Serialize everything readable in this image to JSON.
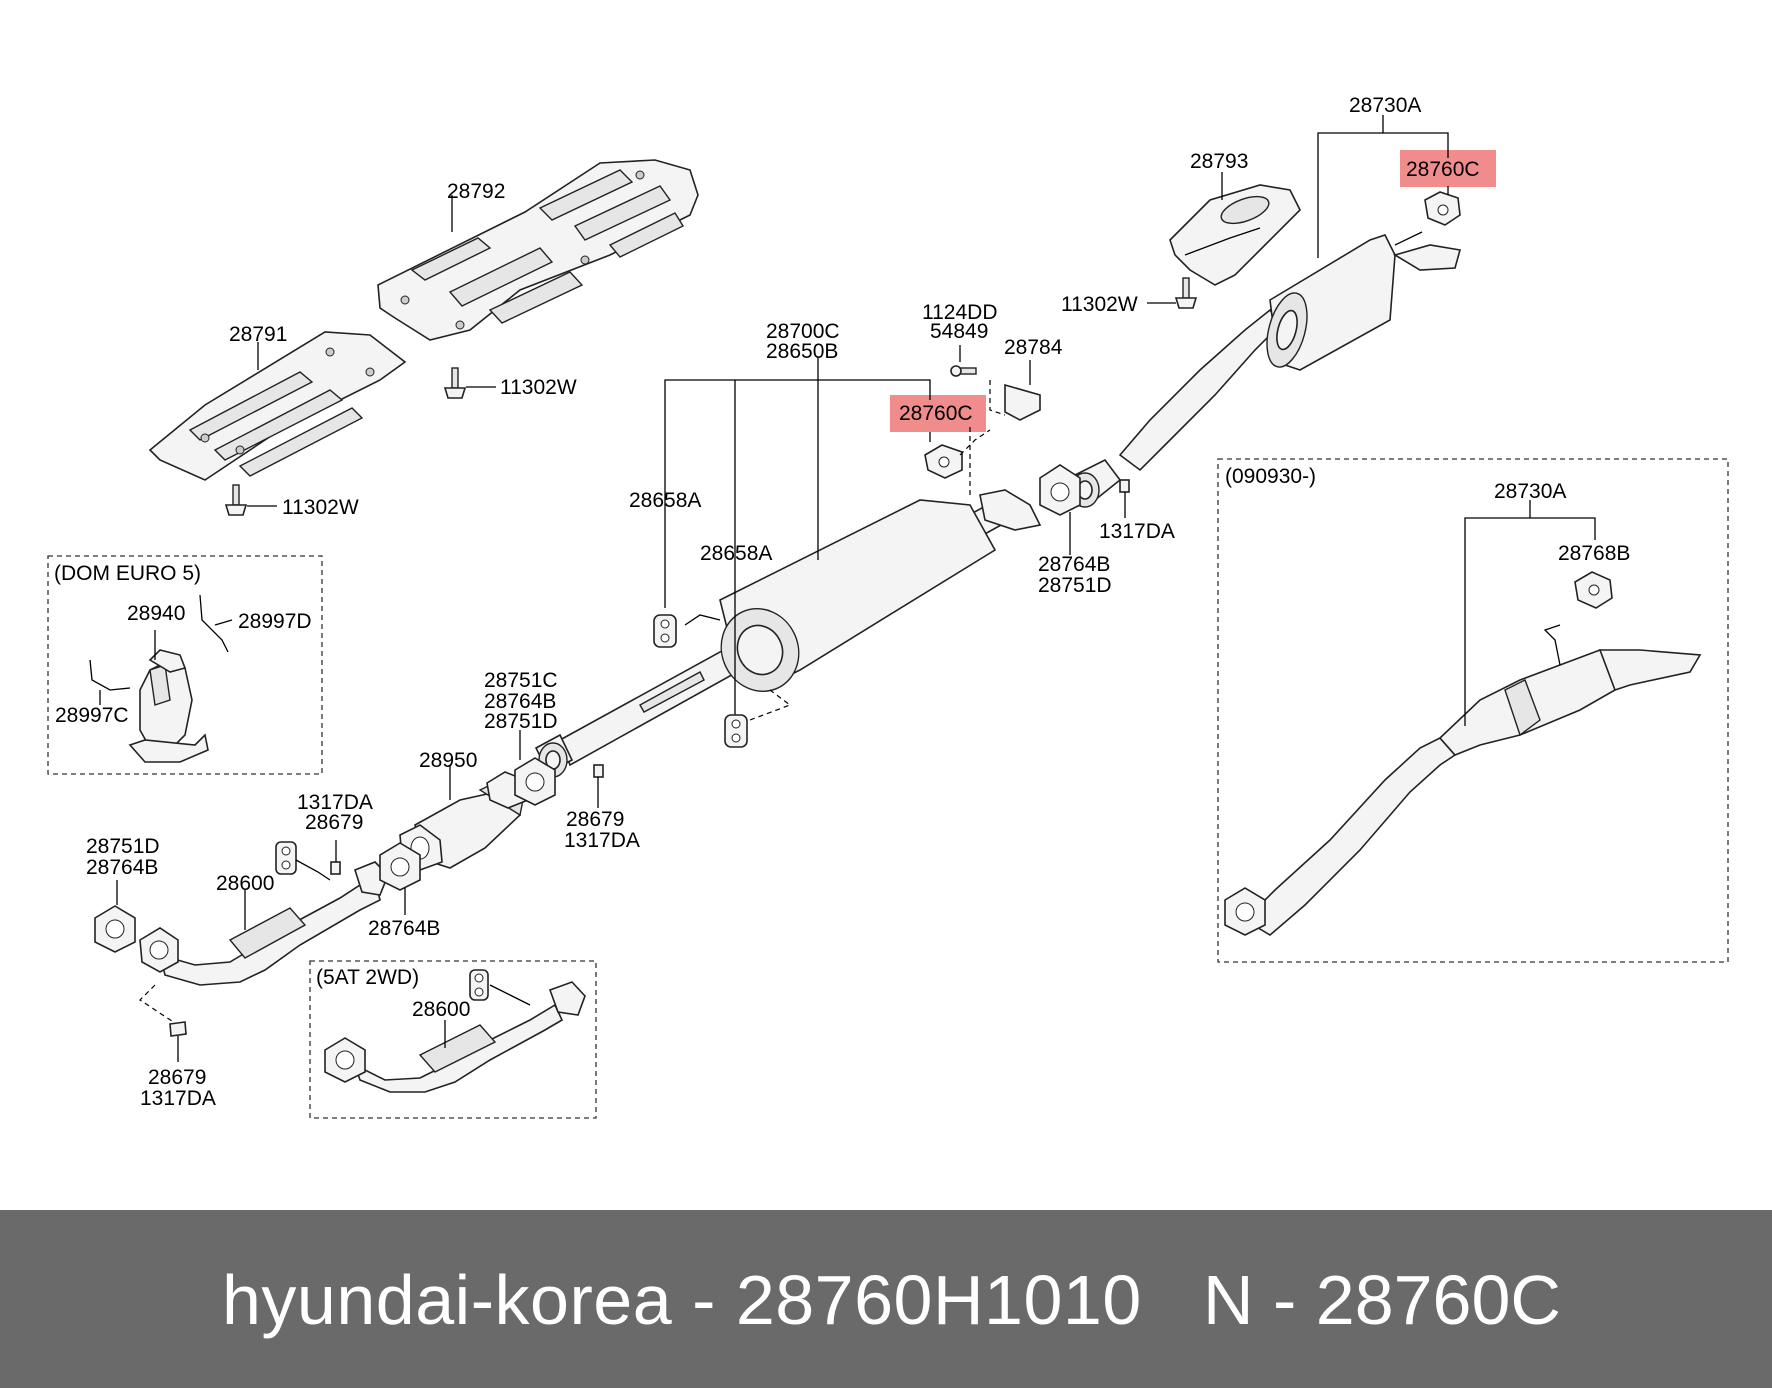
{
  "labels": {
    "l28730A_top": "28730A",
    "l28760C_top": "28760C",
    "l28793": "28793",
    "l11302W_top": "11302W",
    "l28792": "28792",
    "l28791": "28791",
    "l11302W_mid": "11302W",
    "l11302W_low": "11302W",
    "l1124DD": "1124DD",
    "l54849": "54849",
    "l28784": "28784",
    "l28700C": "28700C",
    "l28650B": "28650B",
    "l28760C_mid": "28760C",
    "l28658A_1": "28658A",
    "l28658A_2": "28658A",
    "l1317DA_r": "1317DA",
    "l28764B_r": "28764B",
    "l28751D_r": "28751D",
    "l28751C": "28751C",
    "l28764B_c": "28764B",
    "l28751D_c": "28751D",
    "l28950": "28950",
    "l28679_c": "28679",
    "l1317DA_c": "1317DA",
    "l1317DA_l": "1317DA",
    "l28679_l": "28679",
    "l28751D_l": "28751D",
    "l28764B_l": "28764B",
    "l28600": "28600",
    "l28764B_b": "28764B",
    "l28679_b": "28679",
    "l1317DA_b": "1317DA",
    "l28600_5at": "28600",
    "l28940": "28940",
    "l28997D": "28997D",
    "l28997C": "28997C",
    "l28730A_box": "28730A",
    "l28768B": "28768B"
  },
  "boxes": {
    "dom_euro5": "(DOM EURO 5)",
    "at_2wd": "(5AT 2WD)",
    "date_090930": "(090930-)"
  },
  "footer": {
    "brand_part": "hyundai-korea - 28760H1010",
    "ref": "N - 28760C"
  },
  "colors": {
    "highlight": "#f08c8c",
    "footer_bg": "#6a6a6a",
    "footer_text": "#ffffff"
  }
}
